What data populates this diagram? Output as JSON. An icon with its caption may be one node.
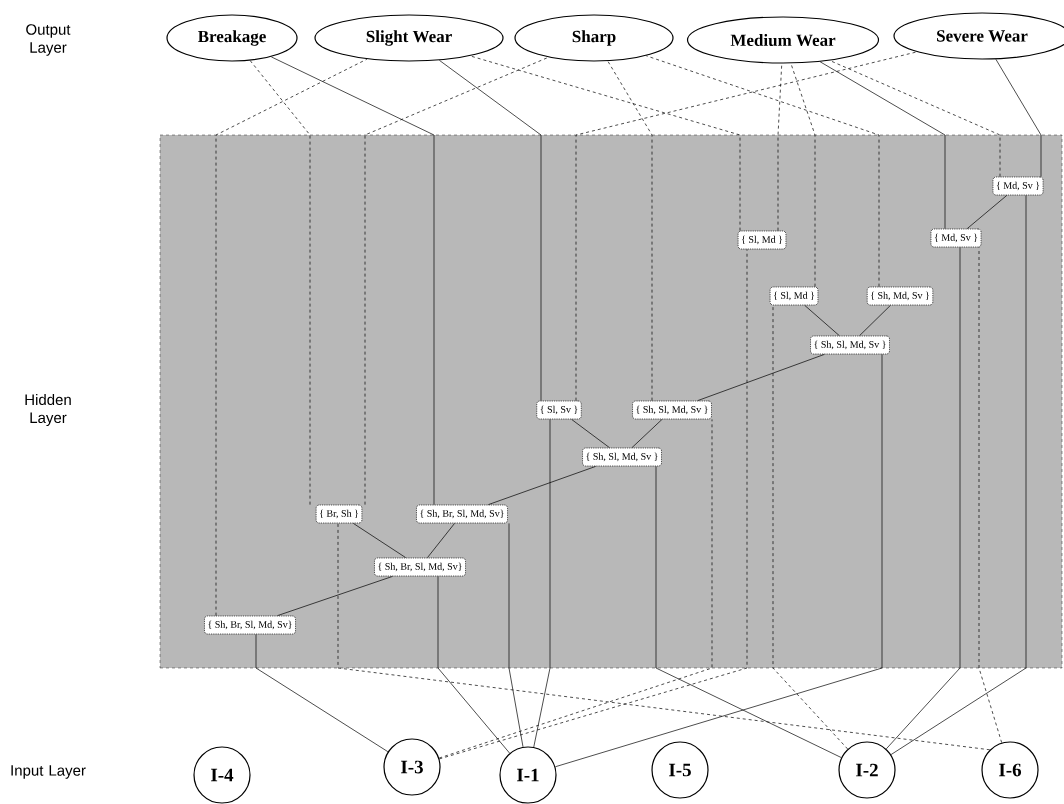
{
  "diagram": {
    "nodes": [
      {
        "text": [
          "Breakage"
        ]
      },
      {
        "text": [
          "Slight Wear"
        ]
      },
      {
        "text": [
          "Sharp"
        ]
      },
      {
        "text": [
          "Medium Wear"
        ]
      },
      {
        "text": [
          "Severe Wear"
        ]
      },
      {
        "text": [],
        "shape": "box"
      },
      {
        "text": [
          "{ Md, Sv }"
        ],
        "in": 5
      },
      {
        "text": [
          "{ Sl, Md }"
        ],
        "in": 5
      },
      {
        "text": [
          "{ Md, Sv }"
        ],
        "in": 5
      },
      {
        "text": [
          "{ Sl, Md }"
        ],
        "in": 5
      },
      {
        "text": [
          "{ Sh, Md, Sv }"
        ],
        "in": 5
      },
      {
        "text": [
          "{ Sh, Sl, Md, Sv }"
        ],
        "in": 5
      },
      {
        "text": [
          "{ Sl, Sv }"
        ],
        "in": 5
      },
      {
        "text": [
          "{ Sh, Sl, Md, Sv }"
        ],
        "in": 5
      },
      {
        "text": [
          "{ Sh, Sl, Md, Sv }"
        ],
        "in": 5
      },
      {
        "text": [
          "{ Br, Sh }"
        ],
        "in": 5
      },
      {
        "text": [
          "{ Sh, Br, Sl, Md, Sv}"
        ],
        "in": 5
      },
      {
        "text": [
          "{ Sh, Br, Sl, Md, Sv}"
        ],
        "in": 5
      },
      {
        "text": [
          "{ Sh, Br, Sl, Md, Sv}"
        ],
        "in": 5
      },
      {
        "text": [
          "I-4"
        ]
      },
      {
        "text": [
          "I-3"
        ]
      },
      {
        "text": [
          "I-1"
        ]
      },
      {
        "text": [
          "I-5"
        ]
      },
      {
        "text": [
          "I-2"
        ]
      },
      {
        "text": [
          "I-6"
        ]
      }
    ],
    "edges": [
      {
        "from": 18,
        "to": 1,
        "arrow": "none",
        "style": "dashed"
      },
      {
        "from": 15,
        "to": 0,
        "arrow": "none",
        "style": "dashed"
      },
      {
        "from": 15,
        "to": 2,
        "arrow": "none",
        "style": "dashed"
      },
      {
        "from": 16,
        "to": 0,
        "arrow": "none"
      },
      {
        "from": 12,
        "to": 1,
        "arrow": "none"
      },
      {
        "from": 12,
        "to": 4,
        "arrow": "none",
        "style": "dashed"
      },
      {
        "from": 13,
        "to": 2,
        "arrow": "none",
        "style": "dashed"
      },
      {
        "from": 7,
        "to": 1,
        "arrow": "none",
        "style": "dashed"
      },
      {
        "from": 7,
        "to": 3,
        "arrow": "none",
        "style": "dashed"
      },
      {
        "from": 9,
        "to": 3,
        "arrow": "none",
        "style": "dashed"
      },
      {
        "from": 10,
        "to": 2,
        "arrow": "none",
        "style": "dashed"
      },
      {
        "from": 8,
        "to": 3,
        "arrow": "none"
      },
      {
        "from": 6,
        "to": 3,
        "arrow": "none",
        "style": "dashed"
      },
      {
        "from": 6,
        "to": 4,
        "arrow": "none"
      },
      {
        "from": 6,
        "to": 8,
        "arrow": "none"
      },
      {
        "from": 9,
        "to": 11,
        "arrow": "none"
      },
      {
        "from": 10,
        "to": 11,
        "arrow": "none"
      },
      {
        "from": 11,
        "to": 13,
        "arrow": "none"
      },
      {
        "from": 12,
        "to": 14,
        "arrow": "none"
      },
      {
        "from": 13,
        "to": 14,
        "arrow": "none"
      },
      {
        "from": 14,
        "to": 16,
        "arrow": "none"
      },
      {
        "from": 15,
        "to": 17,
        "arrow": "none"
      },
      {
        "from": 16,
        "to": 17,
        "arrow": "none"
      },
      {
        "from": 17,
        "to": 18,
        "arrow": "none"
      },
      {
        "from": 20,
        "to": 18,
        "arrow": "none"
      },
      {
        "from": 24,
        "to": 15,
        "arrow": "none",
        "style": "dashed"
      },
      {
        "from": 21,
        "to": 17,
        "arrow": "none"
      },
      {
        "from": 21,
        "to": 16,
        "arrow": "none"
      },
      {
        "from": 21,
        "to": 12,
        "arrow": "none"
      },
      {
        "from": 23,
        "to": 14,
        "arrow": "none"
      },
      {
        "from": 20,
        "to": 13,
        "arrow": "none",
        "style": "dashed"
      },
      {
        "from": 20,
        "to": 7,
        "arrow": "none",
        "style": "dashed"
      },
      {
        "from": 23,
        "to": 9,
        "arrow": "none",
        "style": "dashed"
      },
      {
        "from": 21,
        "to": 11,
        "arrow": "none"
      },
      {
        "from": 23,
        "to": 8,
        "arrow": "none"
      },
      {
        "from": 24,
        "to": 8,
        "arrow": "none",
        "style": "dashed"
      },
      {
        "from": 23,
        "to": 6,
        "arrow": "none"
      }
    ],
    "labels": [
      "Output Layer",
      "Hidden Layer",
      "Input Layer"
    ]
  }
}
